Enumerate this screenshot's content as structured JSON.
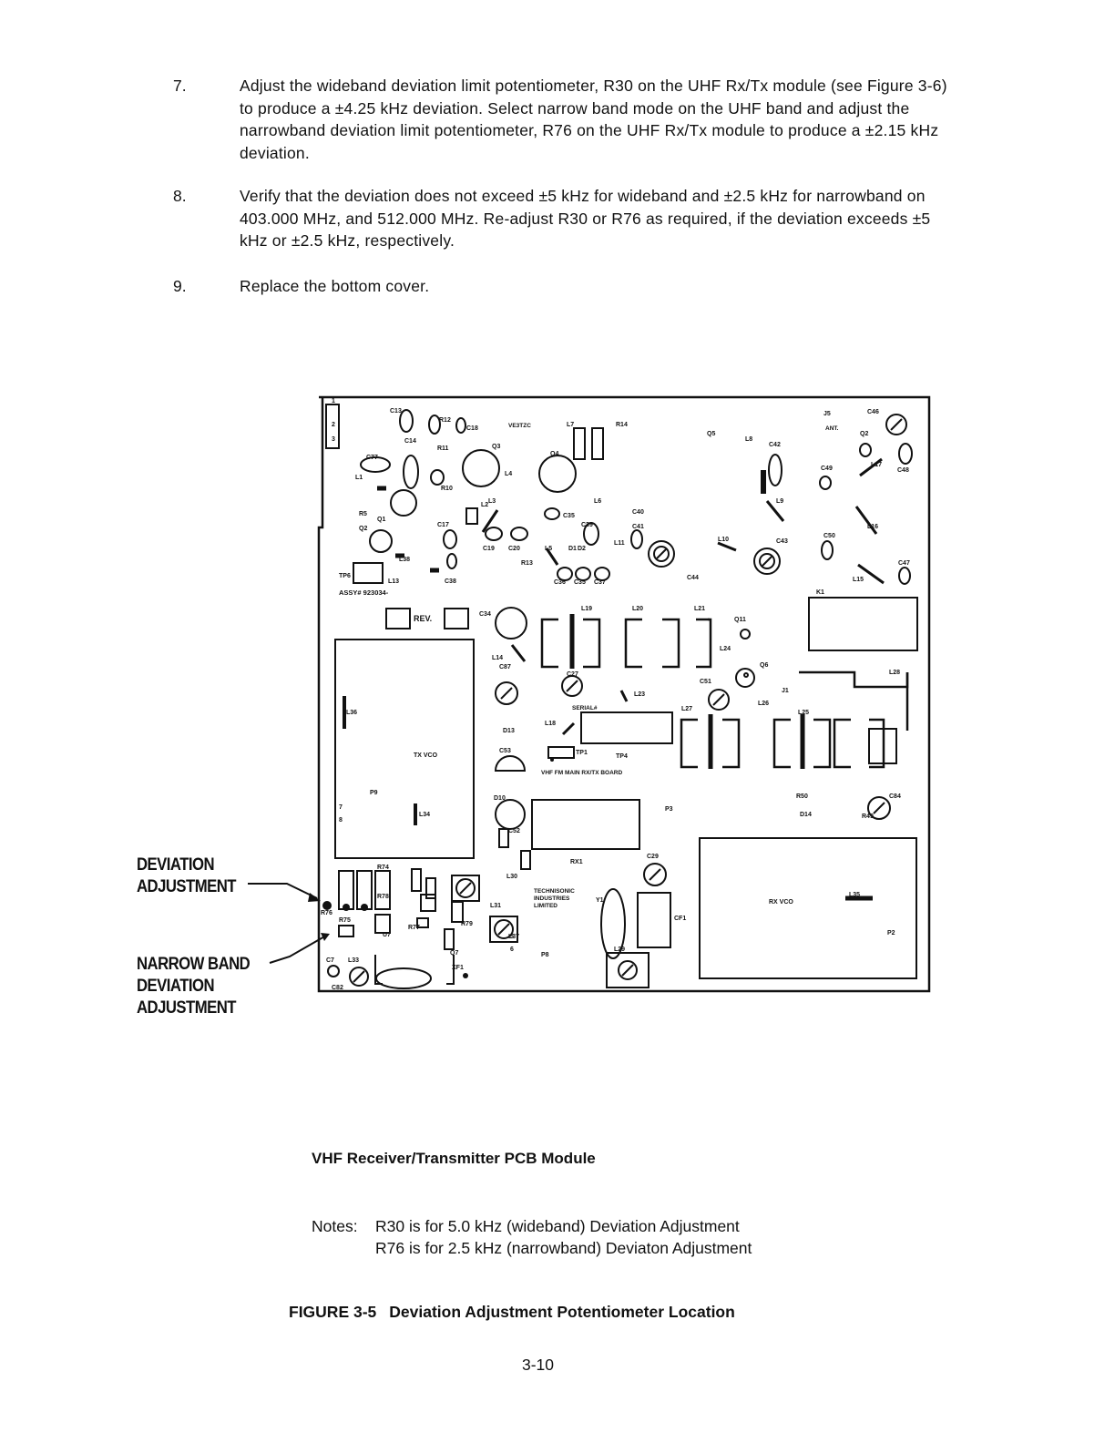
{
  "steps": [
    {
      "number": "7.",
      "text": "Adjust the wideband deviation limit potentiometer, R30 on the UHF Rx/Tx module (see Figure 3-6) to produce a ±4.25 kHz deviation. Select narrow band mode on the UHF band and adjust the narrowband deviation limit potentiometer, R76 on the UHF Rx/Tx module to produce a ±2.15 kHz deviation."
    },
    {
      "number": "8.",
      "text": "Verify that the deviation does not exceed ±5 kHz for wideband and ±2.5 kHz for narrowband on 403.000 MHz, and 512.000 MHz. Re-adjust R30 or R76 as required, if the deviation exceeds ±5 kHz or ±2.5 kHz, respectively."
    },
    {
      "number": "9.",
      "text": "Replace the bottom cover."
    }
  ],
  "diagram": {
    "callouts": {
      "deviation": [
        "DEVIATION",
        "ADJUSTMENT"
      ],
      "narrow_band": [
        "NARROW BAND",
        "DEVIATION",
        "ADJUSTMENT"
      ]
    },
    "board_labels": {
      "assy": "ASSY# 923034-",
      "rev": "REV.",
      "tx_vco": "TX VCO",
      "rx_vco": "RX VCO",
      "board_name": "VHF FM MAIN RX/TX BOARD",
      "maker": [
        "TECHNISONIC",
        "INDUSTRIES",
        "LIMITED"
      ],
      "serial": "SERIAL#",
      "callsign": "VE3TZC",
      "ant": "ANT."
    },
    "components": [
      "C13",
      "R12",
      "C18",
      "L7",
      "R14",
      "Q5",
      "L8",
      "J5",
      "C46",
      "C14",
      "R11",
      "Q3",
      "Q4",
      "C42",
      "Q2",
      "C77",
      "L1",
      "L4",
      "C49",
      "L17",
      "C48",
      "Q2",
      "R10",
      "L6",
      "L9",
      "L2",
      "L3",
      "C35",
      "C40",
      "R5",
      "Q1",
      "C17",
      "C19",
      "C20",
      "C39",
      "C41",
      "L11",
      "L16",
      "C50",
      "R13",
      "L5",
      "D1",
      "D2",
      "L10",
      "C43",
      "C47",
      "L38",
      "L13",
      "C38",
      "C36",
      "C35",
      "C37",
      "C44",
      "L15",
      "TP6",
      "K1",
      "C34",
      "L19",
      "L20",
      "L21",
      "Q11",
      "L14",
      "C87",
      "L24",
      "C27",
      "Q6",
      "C51",
      "J1",
      "L28",
      "L36",
      "L23",
      "L26",
      "L25",
      "L18",
      "L27",
      "D13",
      "C53",
      "TP1",
      "TP4",
      "R50",
      "C84",
      "P9",
      "D10",
      "P3",
      "D14",
      "R49",
      "L34",
      "C52",
      "RX1",
      "C29",
      "L30",
      "R74",
      "R75",
      "R76",
      "R77",
      "R79",
      "R78",
      "L31",
      "Y1",
      "CF1",
      "U7",
      "L33",
      "Q7",
      "XF1",
      "L37",
      "P8",
      "L29",
      "L35",
      "P2",
      "C82",
      "C7"
    ],
    "pins": [
      "1",
      "2",
      "3",
      "7",
      "8",
      "5",
      "6"
    ]
  },
  "figure": {
    "caption": "VHF Receiver/Transmitter PCB Module",
    "notes_label": "Notes:",
    "notes": [
      "R30 is for 5.0 kHz (wideband) Deviation Adjustment",
      "R76 is for 2.5 kHz (narrowband) Deviaton Adjustment"
    ],
    "number": "FIGURE 3-5",
    "title": "Deviation Adjustment Potentiometer Location"
  },
  "page_number": "3-10"
}
